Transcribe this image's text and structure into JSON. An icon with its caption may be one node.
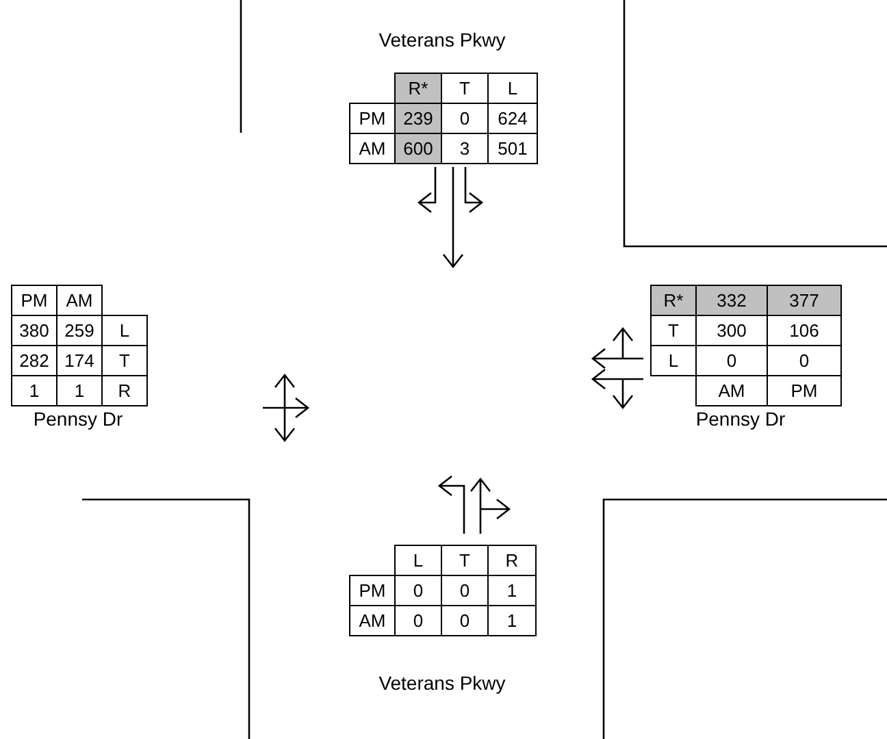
{
  "diagram": {
    "labels": [
      "Veterans Pkwy",
      "R*",
      "T",
      "L",
      "PM",
      "239",
      "0",
      "624",
      "AM",
      "600",
      "3",
      "501",
      "PM",
      "AM",
      "380",
      "259",
      "L",
      "282",
      "174",
      "T",
      "1",
      "1",
      "R",
      "Pennsy Dr",
      "R*",
      "332",
      "377",
      "T",
      "300",
      "106",
      "L",
      "0",
      "0",
      "AM",
      "PM",
      "Pennsy Dr",
      "L",
      "T",
      "R",
      "PM",
      "0",
      "0",
      "1",
      "AM",
      "0",
      "0",
      "1",
      "Veterans Pkwy"
    ]
  }
}
